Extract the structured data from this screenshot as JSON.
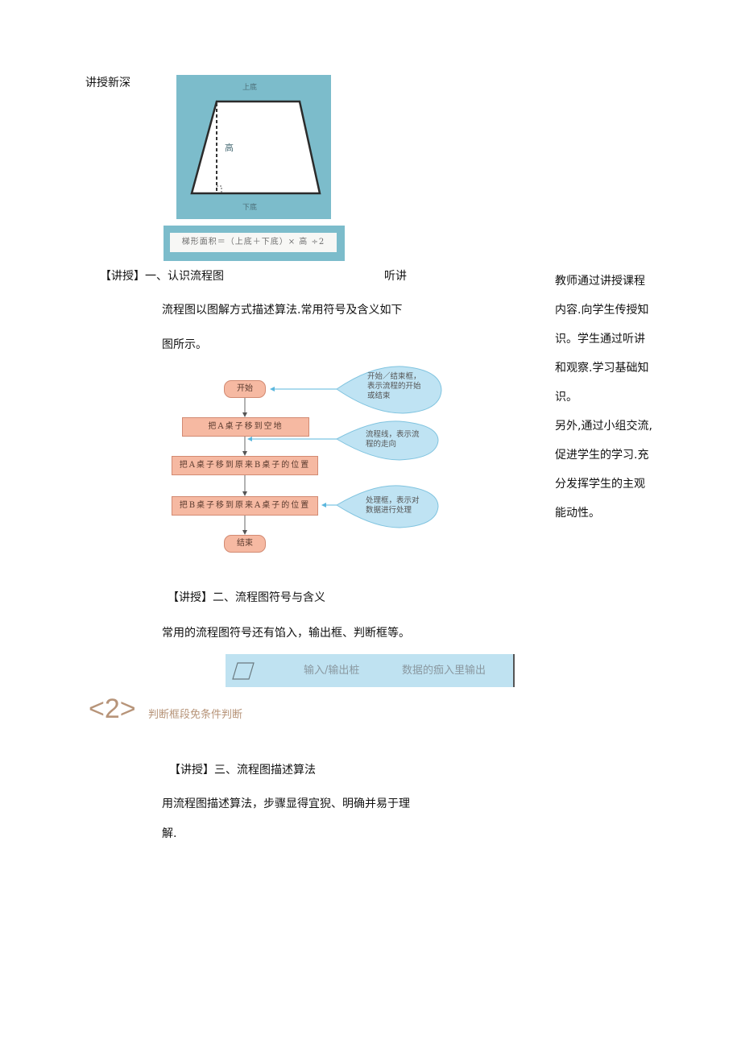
{
  "page": {
    "side_label": "讲授新深",
    "figure_trapezoid": {
      "top_label": "上底",
      "height_label": "高",
      "bottom_label": "下底",
      "formula": "梯形面积＝（上底＋下底）× 高 ÷2",
      "colors": {
        "frame": "#7cbccb",
        "shape_fill": "#ffffff",
        "shape_stroke": "#2b2b2b"
      }
    },
    "section1": {
      "heading": "【讲授】一、认识流程图",
      "activity": "听讲",
      "body_line1": "流程图以图解方式描述算法.常用符号及含义如下",
      "body_line2": "图所示。"
    },
    "teacher_notes": {
      "lines": [
        "教师通过讲授课程",
        "内容.向学生传授知",
        "识。学生通过听讲",
        "和观察.学习基础知",
        "识。",
        "另外,通过小组交流,",
        "促进学生的学习.充",
        "分发挥学生的主观",
        "能动性。"
      ]
    },
    "flowchart": {
      "start": "开始",
      "steps": [
        "把A桌子移到空地",
        "把A桌子移到原来B桌子的位置",
        "把B桌子移到原来A桌子的位置"
      ],
      "end": "结束",
      "callouts": [
        {
          "lines": [
            "开始／结束框，",
            "表示流程的开始",
            "或结束"
          ]
        },
        {
          "lines": [
            "流程线，表示流",
            "程的走向"
          ]
        },
        {
          "lines": [
            "处理框，表示对",
            "数据进行处理"
          ]
        }
      ],
      "colors": {
        "box_fill": "#f6b9a2",
        "box_stroke": "#d28a72",
        "bubble_fill": "#bfe3f3",
        "bubble_stroke": "#7fc3df",
        "arrow": "#5bb7de"
      }
    },
    "section2": {
      "heading": "【讲授】二、流程图符号与含义",
      "body": "常用的流程图符号还有馅入，输出框、判断框等。",
      "io_row": {
        "symbol": "parallelogram",
        "name": "输入/输出桩",
        "meaning": "数据的痂入里输出",
        "bg": "#bfe2f1"
      },
      "item2_number": "<2>",
      "item2_text": "判断框段免条件判断",
      "item2_color": "#b79479"
    },
    "section3": {
      "heading": "【讲授】三、流程图描述算法",
      "body_line1": "用流程图描述算法，步骤显得宜猊、明确并易于理",
      "body_line2": "解."
    }
  }
}
